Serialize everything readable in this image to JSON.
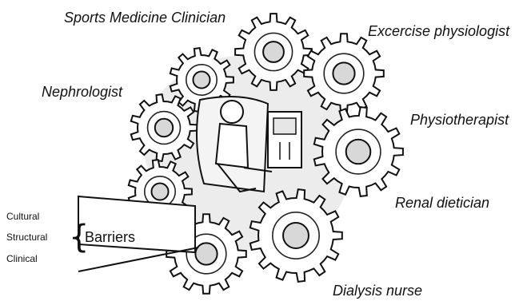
{
  "roles": [
    "Sports Medicine Clinician",
    "Excercise physiologist",
    "Nephrologist",
    "Physiotherapist",
    "Renal dietician",
    "Dialysis nurse"
  ],
  "barriers": {
    "items": [
      "Cultural",
      "Structural",
      "Clinical"
    ],
    "label": "Barriers"
  }
}
